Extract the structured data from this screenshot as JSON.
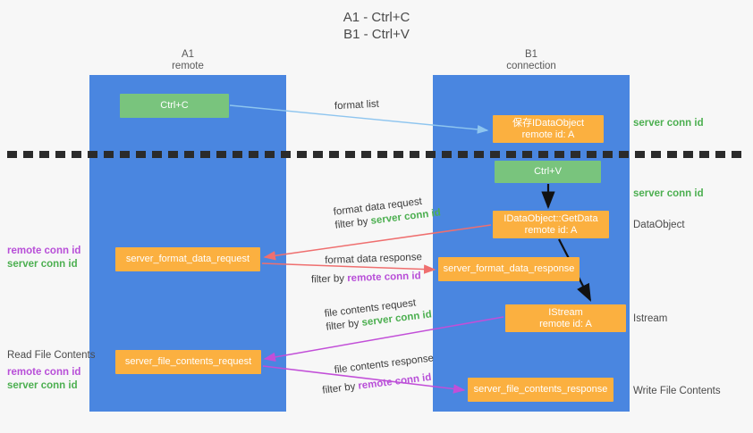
{
  "title": {
    "line1": "A1 - Ctrl+C",
    "line2": "B1 - Ctrl+V"
  },
  "lanes": [
    {
      "id": "a1",
      "name": "A1",
      "subtitle": "remote",
      "color": "#4a86e0"
    },
    {
      "id": "b1",
      "name": "B1",
      "subtitle": "connection",
      "color": "#4a86e0"
    }
  ],
  "nodes": {
    "ctrl_c": {
      "label": "Ctrl+C",
      "sub": "",
      "color": "#79c47d"
    },
    "ctrl_v": {
      "label": "Ctrl+V",
      "sub": "",
      "color": "#79c47d"
    },
    "save_idataobject": {
      "label": "保存IDataObject",
      "sub": "remote id: A",
      "color": "#fbb040"
    },
    "getdata": {
      "label": "IDataObject::GetData",
      "sub": "remote id: A",
      "color": "#fbb040"
    },
    "istream": {
      "label": "IStream",
      "sub": "remote id: A",
      "color": "#fbb040"
    },
    "server_format_data_request": {
      "label": "server_format_data_request",
      "color": "#fbb040"
    },
    "server_format_data_response": {
      "label": "server_format_data_response",
      "color": "#fbb040"
    },
    "server_file_contents_request": {
      "label": "server_file_contents_request",
      "color": "#fbb040"
    },
    "server_file_contents_response": {
      "label": "server_file_contents_response",
      "color": "#fbb040"
    }
  },
  "edges": {
    "format_list": {
      "label": "format list",
      "color": "#8ec5ef"
    },
    "format_data_request": {
      "label": "format data request",
      "filter_prefix": "filter by ",
      "filter_key": "server conn id",
      "color": "#ef6f6f"
    },
    "format_data_response": {
      "label": "format data response",
      "filter_prefix": "filter by ",
      "filter_key": "remote conn id",
      "color": "#ef6f6f"
    },
    "file_contents_request": {
      "label": "file contents request",
      "filter_prefix": "filter by ",
      "filter_key": "server conn id",
      "color": "#c24fd8"
    },
    "file_contents_response": {
      "label": "file contents response",
      "filter_prefix": "filter by ",
      "filter_key": "remote conn id",
      "color": "#c24fd8"
    }
  },
  "side_labels": {
    "right_server_conn_id_top": "server conn id",
    "right_server_conn_id_mid": "server conn id",
    "right_dataobject": "DataObject",
    "right_istream": "Istream",
    "right_write_file_contents": "Write File Contents",
    "left_remote_conn_id_1": "remote conn id",
    "left_server_conn_id_1": "server conn id",
    "left_read_file_contents": "Read File Contents",
    "left_remote_conn_id_2": "remote conn id",
    "left_server_conn_id_2": "server conn id"
  },
  "colors": {
    "lane": "#4a86e0",
    "green_node": "#79c47d",
    "orange_node": "#fbb040",
    "green_text": "#4caf50",
    "purple_text": "#b84fd8",
    "red_arrow": "#ef6f6f",
    "purple_arrow": "#c24fd8",
    "blue_arrow": "#8ec5ef",
    "dashed_divider": "#2b2b2b",
    "background": "#f7f7f7"
  }
}
